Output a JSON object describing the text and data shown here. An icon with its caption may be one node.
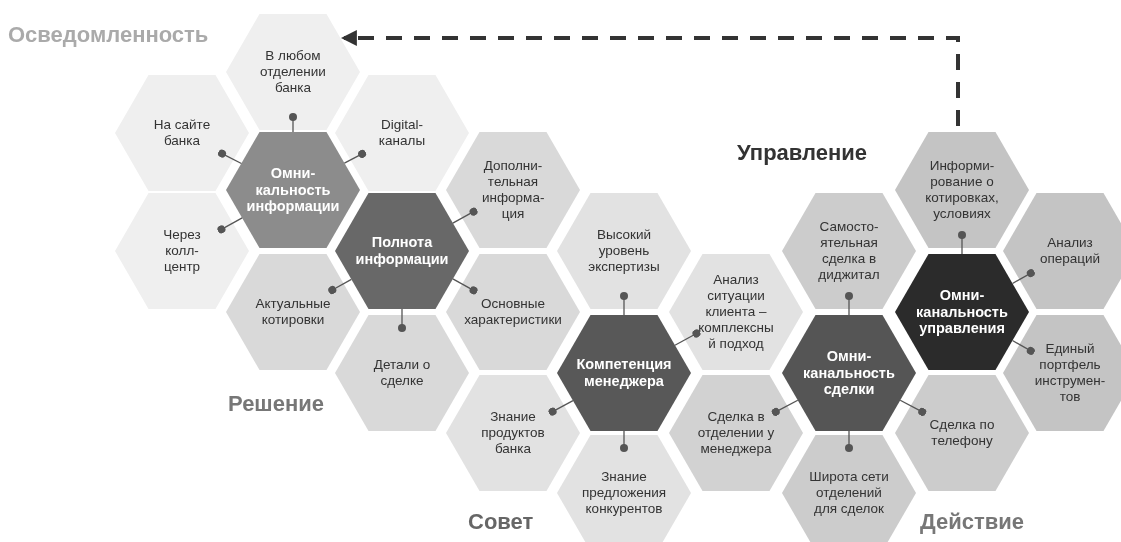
{
  "diagram": {
    "nodes": [
      {
        "text": [
          "Омни-кальность информации"
        ]
      },
      {
        "text": [
          "В любом отделении банка"
        ]
      },
      {
        "text": [
          "На сайте банка"
        ]
      },
      {
        "text": [
          "Digital-каналы"
        ]
      },
      {
        "text": [
          "Через колл-центр"
        ]
      },
      {
        "text": [
          "Полнота информации"
        ]
      },
      {
        "text": [
          "Дополни-тельная информа-ция"
        ]
      },
      {
        "text": [
          "Актуальные котировки"
        ]
      },
      {
        "text": [
          "Основные характеристики"
        ]
      },
      {
        "text": [
          "Детали о сделке"
        ]
      },
      {
        "text": [
          "Компетенция менеджера"
        ]
      },
      {
        "text": [
          "Высокий уровень экспертизы"
        ]
      },
      {
        "text": [
          "Анализ ситуации клиента – комплексны й подход"
        ]
      },
      {
        "text": [
          "Знание продуктов банка"
        ]
      },
      {
        "text": [
          "Знание предложения конкурентов"
        ]
      },
      {
        "text": [
          "Омни-канальность сделки"
        ]
      },
      {
        "text": [
          "Самосто-ятельная сделка в диджитал"
        ]
      },
      {
        "text": [
          "Сделка в отделении у менеджера"
        ]
      },
      {
        "text": [
          "Широта сети отделений для сделок"
        ]
      },
      {
        "text": [
          "Сделка по телефону"
        ]
      },
      {
        "text": [
          "Омни-канальность управления"
        ]
      },
      {
        "text": [
          "Информи-рование о котировках, условиях"
        ]
      },
      {
        "text": [
          "Анализ операций"
        ]
      },
      {
        "text": [
          "Единый портфель инструмен-тов"
        ]
      }
    ],
    "edges": [
      {
        "from": 0,
        "to": 1,
        "arrow": "other"
      },
      {
        "from": 0,
        "to": 2,
        "arrow": "other"
      },
      {
        "from": 0,
        "to": 3,
        "arrow": "other"
      },
      {
        "from": 0,
        "to": 4,
        "arrow": "other"
      },
      {
        "from": 5,
        "to": 6,
        "arrow": "other"
      },
      {
        "from": 5,
        "to": 7,
        "arrow": "other"
      },
      {
        "from": 5,
        "to": 8,
        "arrow": "other"
      },
      {
        "from": 5,
        "to": 9,
        "arrow": "other"
      },
      {
        "from": 10,
        "to": 11,
        "arrow": "other"
      },
      {
        "from": 10,
        "to": 12,
        "arrow": "other"
      },
      {
        "from": 10,
        "to": 13,
        "arrow": "other"
      },
      {
        "from": 10,
        "to": 14,
        "arrow": "other"
      },
      {
        "from": 15,
        "to": 16,
        "arrow": "other"
      },
      {
        "from": 15,
        "to": 17,
        "arrow": "other"
      },
      {
        "from": 15,
        "to": 18,
        "arrow": "other"
      },
      {
        "from": 15,
        "to": 19,
        "arrow": "other"
      },
      {
        "from": 20,
        "to": 21,
        "arrow": "other"
      },
      {
        "from": 20,
        "to": 22,
        "arrow": "other"
      },
      {
        "from": 20,
        "to": 23,
        "arrow": "other"
      },
      {
        "from": 21,
        "to": 1,
        "arrow": "to",
        "style": "dashed"
      }
    ],
    "labels": [
      "Осведомленность",
      "Управление",
      "Решение",
      "Совет",
      "Действие"
    ]
  }
}
